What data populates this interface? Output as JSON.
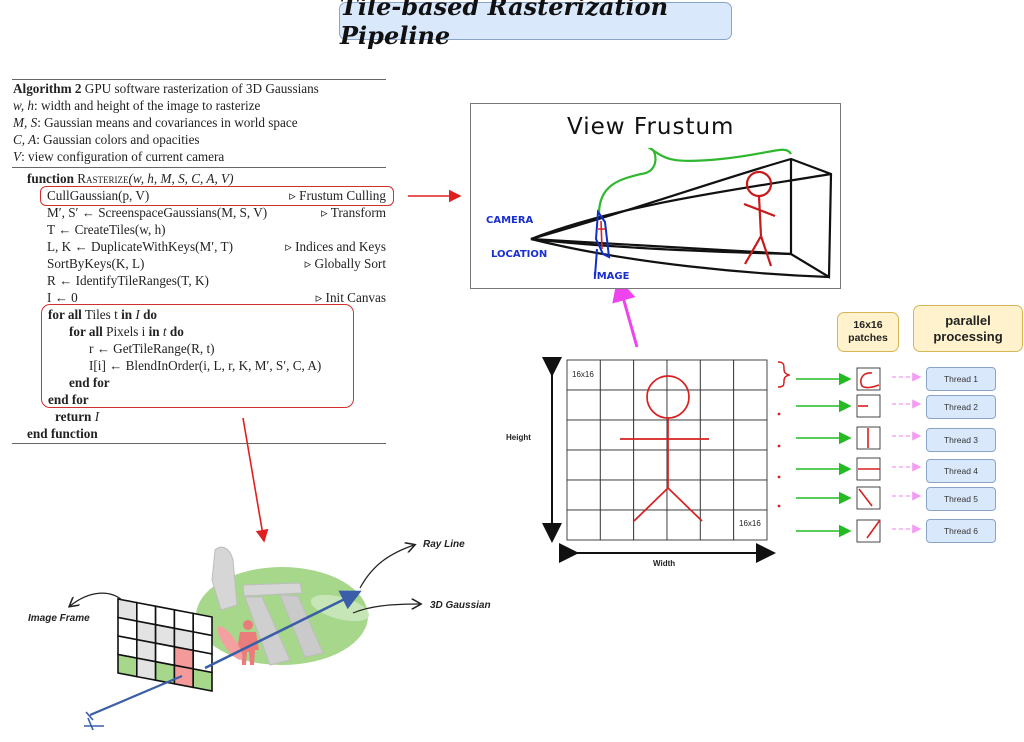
{
  "title": "Tile-based Rasterization Pipeline",
  "algorithm": {
    "header_label": "Algorithm 2",
    "header_text": "GPU software rasterization of 3D Gaussians",
    "inputs": [
      {
        "vars": "w, h",
        "desc": ": width and height of the image to rasterize"
      },
      {
        "vars": "M, S",
        "desc": ": Gaussian means and covariances in world space"
      },
      {
        "vars": "C, A",
        "desc": ": Gaussian colors and opacities"
      },
      {
        "vars": "V",
        "desc": ": view configuration of current camera"
      }
    ],
    "function_kw": "function",
    "function_name": "Rasterize",
    "function_args": "(w, h, M, S, C, A, V)",
    "steps": [
      {
        "code": "CullGaussian(p, V)",
        "comment": "▹ Frustum Culling"
      },
      {
        "code": "M′, S′ ← ScreenspaceGaussians(M, S, V)",
        "comment": "▹ Transform"
      },
      {
        "code": "T ← CreateTiles(w, h)",
        "comment": ""
      },
      {
        "code": "L, K ← DuplicateWithKeys(M′, T)",
        "comment": "▹ Indices and Keys"
      },
      {
        "code": "SortByKeys(K, L)",
        "comment": "▹ Globally Sort"
      },
      {
        "code": "R ← IdentifyTileRanges(T, K)",
        "comment": ""
      },
      {
        "code": "I ← 0",
        "comment": "▹ Init Canvas"
      }
    ],
    "loop": {
      "outer_kw1": "for all",
      "outer_mid": " Tiles t ",
      "outer_kw2": "in",
      "outer_end": " I ",
      "outer_kw3": "do",
      "inner_kw1": "for all",
      "inner_mid": " Pixels i ",
      "inner_kw2": "in",
      "inner_end": " t ",
      "inner_kw3": "do",
      "body1": "r ← GetTileRange(R, t)",
      "body2": "I[i] ← BlendInOrder(i, L, r, K, M′, S′, C, A)",
      "end_for": "end for"
    },
    "return_kw": "return",
    "return_val": " I",
    "end_function": "end function"
  },
  "frustum": {
    "title": "View Frustum",
    "camera_label_1": "CAMERA",
    "camera_label_2": "LOCATION",
    "image_label": "IMAGE"
  },
  "tile_grid": {
    "rows": 6,
    "cols": 6,
    "tile_label_top": "16x16",
    "tile_label_bottom": "16x16",
    "height_label": "Height",
    "width_label": "Width"
  },
  "badges": {
    "patches": "16x16 patches",
    "parallel": "parallel processing"
  },
  "threads": [
    "Thread 1",
    "Thread 2",
    "Thread 3",
    "Thread 4",
    "Thread 5",
    "Thread 6"
  ],
  "scene": {
    "image_frame_label": "Image Frame",
    "ray_line_label": "Ray Line",
    "gaussian_label": "3D Gaussian"
  },
  "colors": {
    "highlight_red": "#d32f2f",
    "arrow_green": "#22bb22",
    "arrow_pink": "#ee44ee",
    "title_fill": "#dae8fc",
    "badge_fill": "#fff2cc",
    "ray_blue": "#3a5ea8",
    "scene_green": "#a6d78a"
  }
}
